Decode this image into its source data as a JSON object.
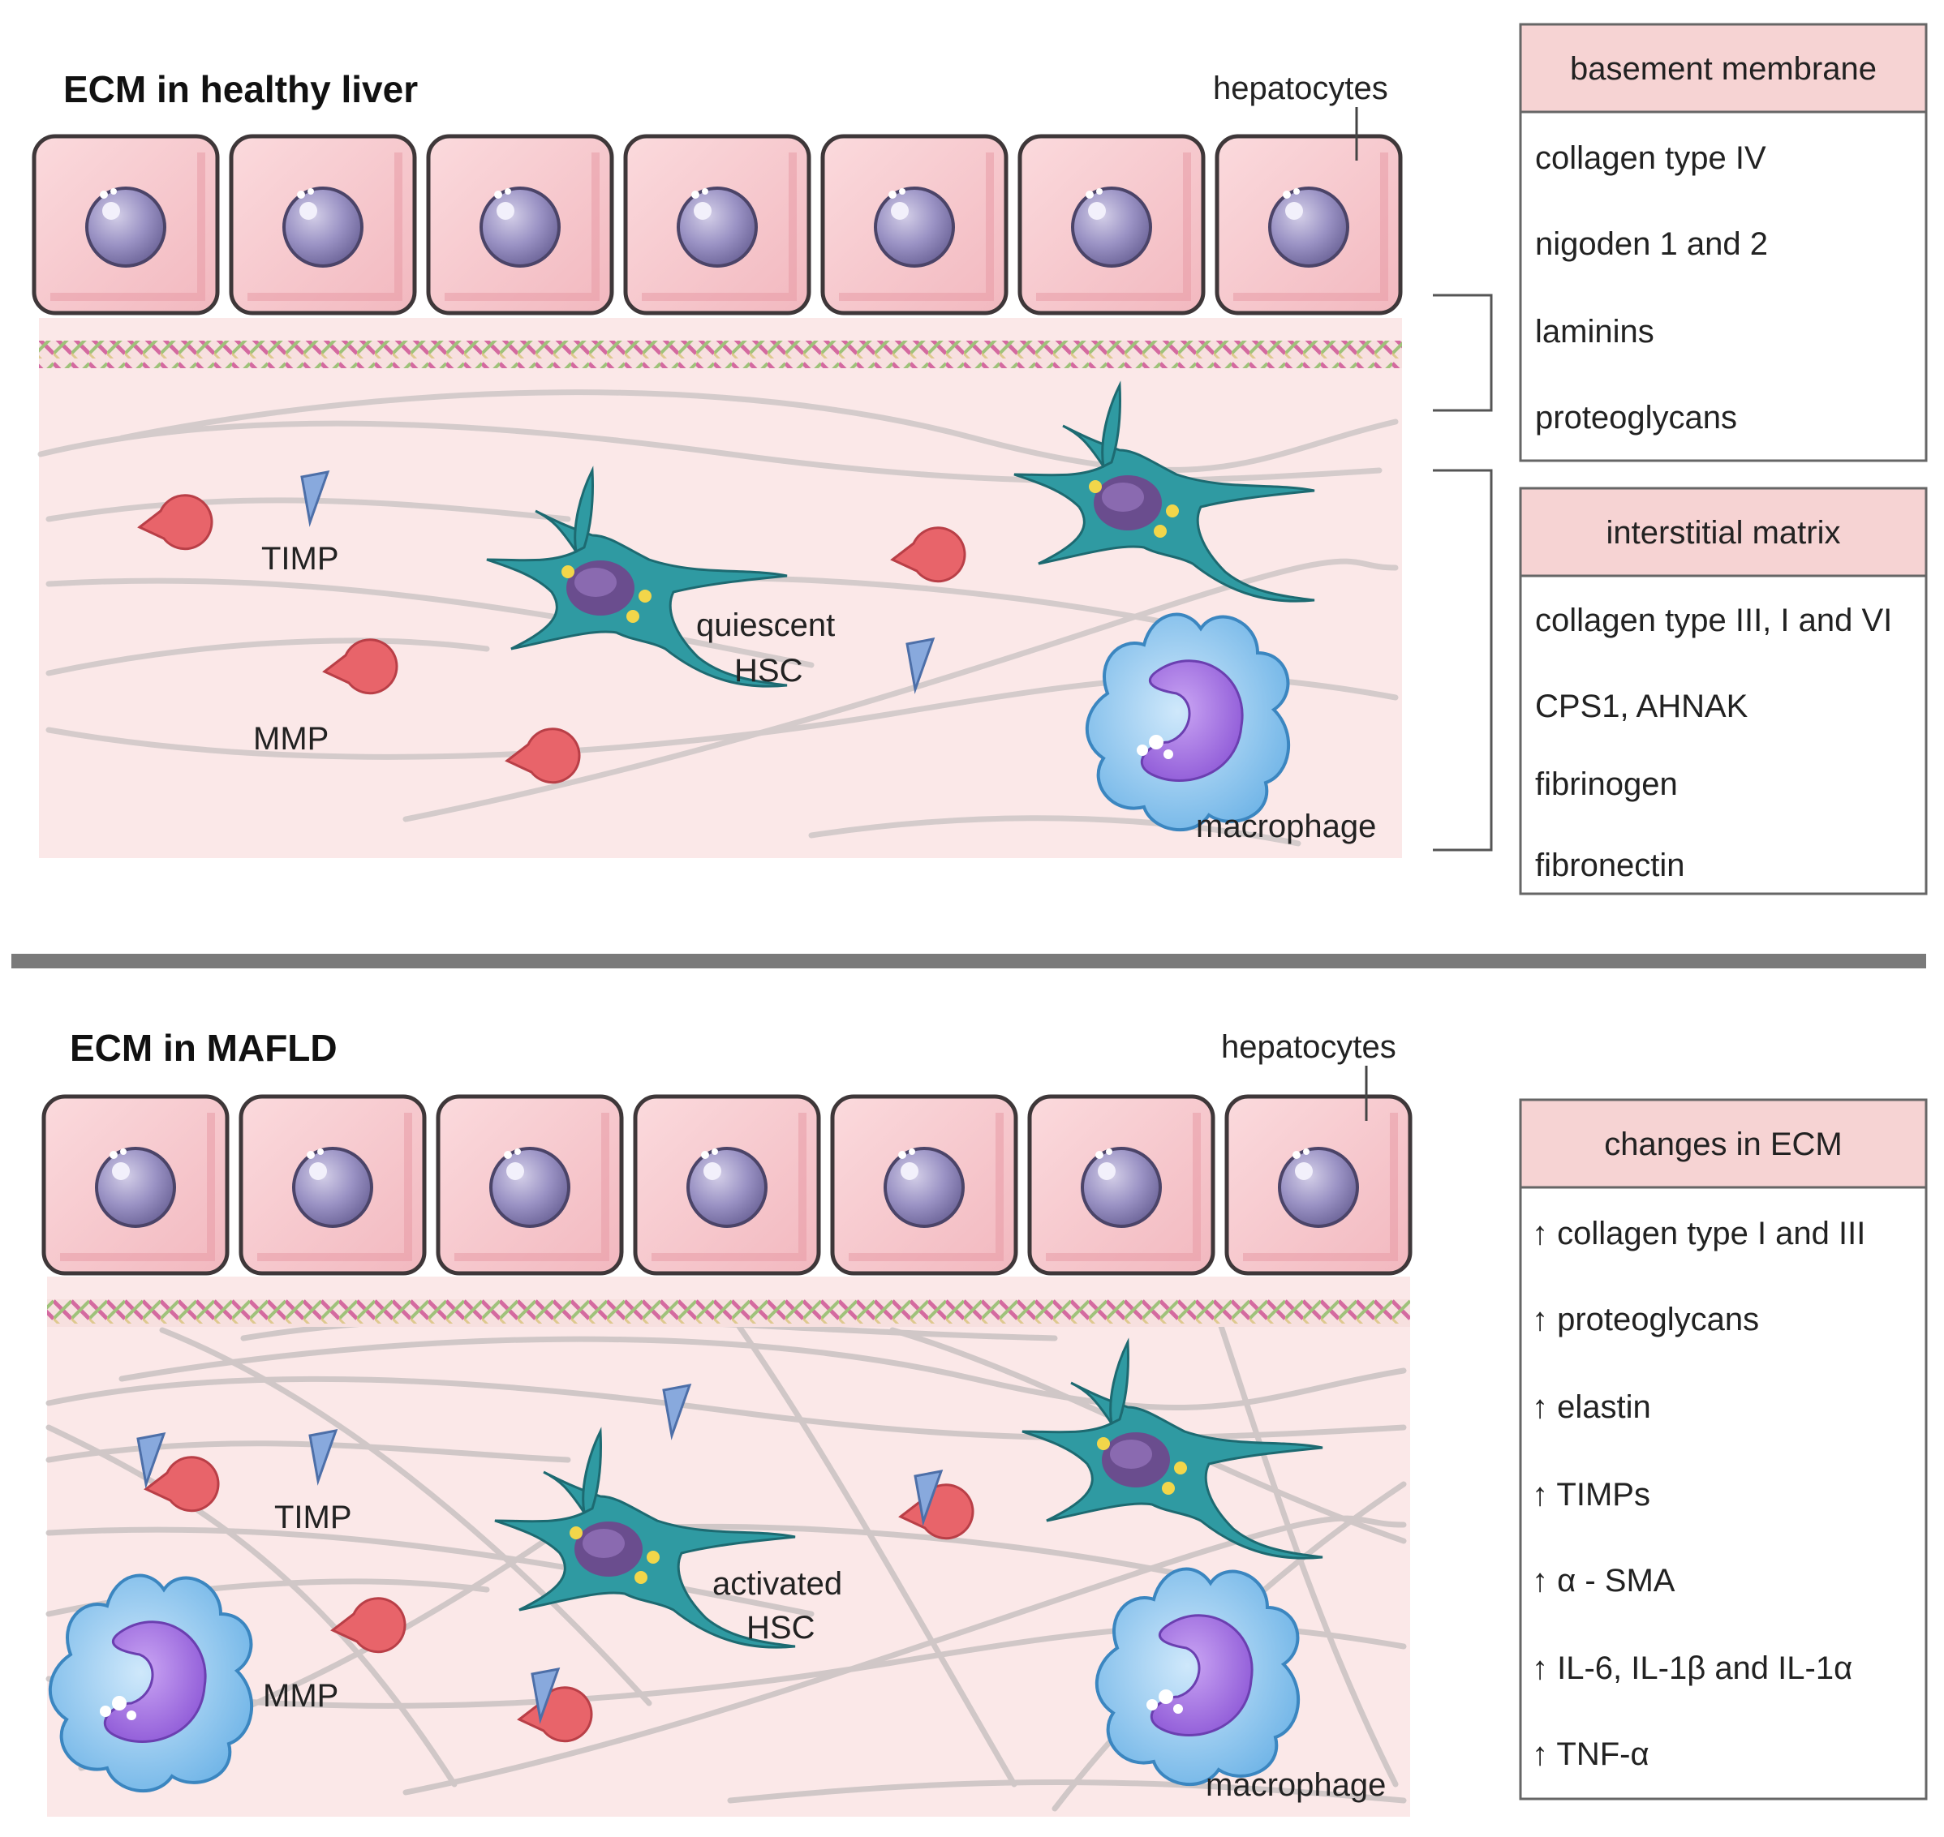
{
  "panels": {
    "healthy": {
      "title": "ECM in healthy liver",
      "hepatocytes_label": "hepatocytes",
      "timp_label": "TIMP",
      "mmp_label": "MMP",
      "hsc_label_line1": "quiescent",
      "hsc_label_line2": "HSC",
      "macrophage_label": "macrophage"
    },
    "mafld": {
      "title": "ECM in MAFLD",
      "hepatocytes_label": "hepatocytes",
      "timp_label": "TIMP",
      "mmp_label": "MMP",
      "hsc_label_line1": "activated",
      "hsc_label_line2": "HSC",
      "macrophage_label": "macrophage"
    }
  },
  "boxes": {
    "basement_membrane": {
      "header": "basement membrane",
      "items": [
        "collagen type IV",
        "nigoden 1 and 2",
        "laminins",
        "proteoglycans"
      ]
    },
    "interstitial_matrix": {
      "header": "interstitial matrix",
      "items": [
        "collagen type III, I and VI",
        "CPS1, AHNAK",
        "fibrinogen",
        "fibronectin"
      ]
    },
    "changes_in_ecm": {
      "header": "changes in ECM",
      "items": [
        "↑ collagen type I and III",
        "↑ proteoglycans",
        "↑ elastin",
        "↑  TIMPs",
        "↑ α - SMA",
        "↑ IL-6, IL-1β and IL-1α",
        "↑  TNF-α"
      ]
    }
  },
  "colors": {
    "tissue": "#fbe7e7",
    "cell_fill": "#f6c9cc",
    "cell_border": "#4a4245",
    "nucleus": "#8f86b8",
    "hsc": "#2e9aa3",
    "macrophage": "#7fc0ea",
    "mmp": "#e8646a",
    "timp": "#86a9dc",
    "box_header": "#f6d3d3",
    "divider": "#7a7a7a"
  }
}
